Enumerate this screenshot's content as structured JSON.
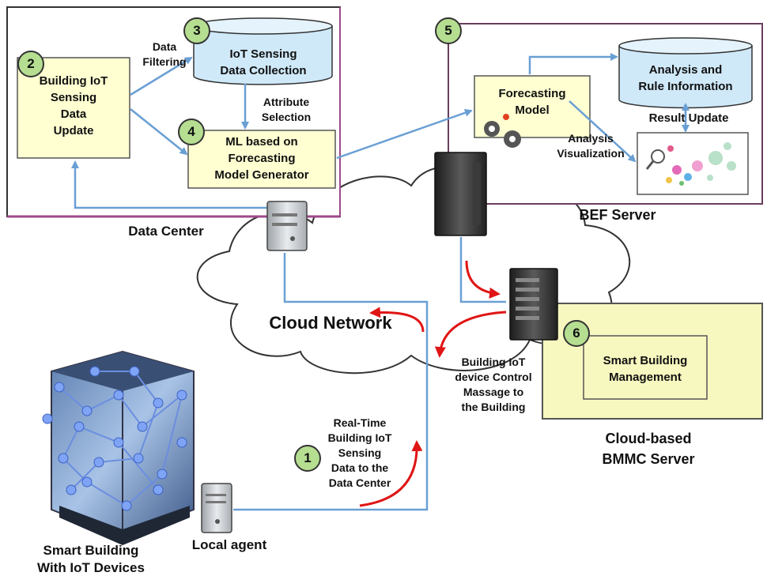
{
  "steps": [
    "1",
    "2",
    "3",
    "4",
    "5",
    "6"
  ],
  "data_center": {
    "title": "Data Center",
    "building_update": "Building IoT\nSensing\nData\nUpdate",
    "sensing_collection": "IoT Sensing\nData Collection",
    "ml_generator": "ML based on\nForecasting\nModel Generator",
    "data_filtering": "Data\nFiltering",
    "attribute_selection": "Attribute\nSelection"
  },
  "bef_server": {
    "title": "BEF Server",
    "forecasting_model": "Forecasting\nModel",
    "analysis_rule": "Analysis and\nRule Information",
    "result_update": "Result Update",
    "analysis_visualization": "Analysis\nVisualization"
  },
  "cloud": {
    "label": "Cloud Network"
  },
  "bmmc": {
    "title": "Cloud-based\nBMMC Server",
    "smart_building_mgmt": "Smart Building\nManagement",
    "control_message": "Building IoT\ndevice Control\nMassage to\nthe Building"
  },
  "realtime": "Real-Time\nBuilding IoT\nSensing\nData to the\nData Center",
  "building_label": "Smart Building\nWith IoT Devices",
  "local_agent": "Local agent",
  "colors": {
    "yellow_fill": "#ffffd2",
    "bmmc_fill": "#f7f7c0",
    "cylinder_fill": "#cfe9f9",
    "step_circle": "#b5de91",
    "blue_line": "#6a9fd4",
    "red_arrow": "#e01515"
  }
}
